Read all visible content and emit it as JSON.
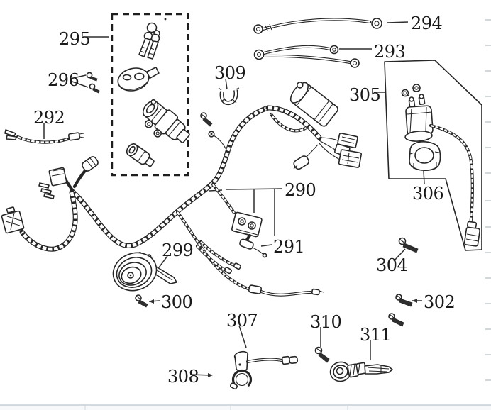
{
  "diagram": {
    "background_color": "#ffffff",
    "line_color": "#262626",
    "label_color": "#1a1a1a",
    "bottom_rule_color": "#b9c6d0"
  },
  "callouts": [
    {
      "number": "290"
    },
    {
      "number": "291"
    },
    {
      "number": "292"
    },
    {
      "number": "293"
    },
    {
      "number": "294"
    },
    {
      "number": "295"
    },
    {
      "number": "296"
    },
    {
      "number": "299"
    },
    {
      "number": "300"
    },
    {
      "number": "302"
    },
    {
      "number": "304"
    },
    {
      "number": "305"
    },
    {
      "number": "306"
    },
    {
      "number": "307"
    },
    {
      "number": "308"
    },
    {
      "number": "309"
    },
    {
      "number": "310"
    },
    {
      "number": "311"
    }
  ],
  "illustrations": [
    "key-set",
    "ignition-switch-cap",
    "ignition-switch-barrel",
    "seat-lock-cylinder",
    "mounting-screws",
    "lead-wire",
    "cable-stay",
    "battery-cable",
    "ground-cable",
    "ignition-coil",
    "main-wire-harness",
    "connector-plugs",
    "fuse-holder",
    "horn",
    "horn-screw",
    "flange-bolt",
    "pan-screws",
    "starter-relay-box",
    "starter-relay",
    "rubber-mount",
    "sensor-with-lead",
    "clamp-ring",
    "pan-screw-small",
    "steering-lock-set"
  ]
}
